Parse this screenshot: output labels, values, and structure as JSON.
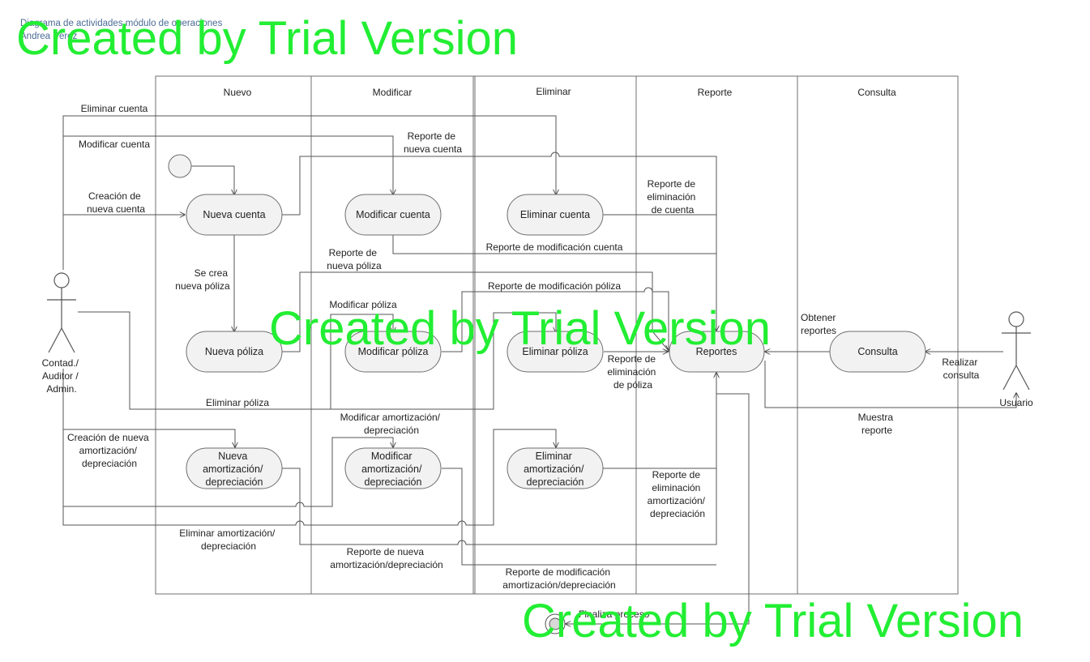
{
  "meta": {
    "title": "Diagrama de actividades módulo de operaciones",
    "author": "Andrea Pérez"
  },
  "lanes": [
    "Nuevo",
    "Modificar",
    "Eliminar",
    "Reporte",
    "Consulta"
  ],
  "actors": {
    "left": [
      "Contad./",
      "Auditor /",
      "Admin."
    ],
    "right": "Usuario"
  },
  "nodes": {
    "nueva_cuenta": [
      "Nueva cuenta"
    ],
    "modificar_cuenta": [
      "Modificar cuenta"
    ],
    "eliminar_cuenta": [
      "Eliminar cuenta"
    ],
    "nueva_poliza": [
      "Nueva póliza"
    ],
    "modificar_poliza": [
      "Modificar póliza"
    ],
    "eliminar_poliza": [
      "Eliminar póliza"
    ],
    "reportes": [
      "Reportes"
    ],
    "consulta": [
      "Consulta"
    ],
    "nueva_amort": [
      "Nueva",
      "amortización/",
      "depreciación"
    ],
    "modificar_amort": [
      "Modificar",
      "amortización/",
      "depreciación"
    ],
    "eliminar_amort": [
      "Eliminar",
      "amortización/",
      "depreciación"
    ]
  },
  "labels": {
    "eliminar_cuenta": [
      "Eliminar cuenta"
    ],
    "modificar_cuenta": [
      "Modificar cuenta"
    ],
    "creacion_cuenta": [
      "Creación de",
      "nueva cuenta"
    ],
    "reporte_nueva_cuenta": [
      "Reporte de",
      "nueva cuenta"
    ],
    "reporte_elim_cuenta": [
      "Reporte de",
      "eliminación",
      "de cuenta"
    ],
    "reporte_mod_cuenta": [
      "Reporte de modificación cuenta"
    ],
    "se_crea_poliza": [
      "Se crea",
      "nueva póliza"
    ],
    "reporte_nueva_poliza": [
      "Reporte de",
      "nueva póliza"
    ],
    "reporte_mod_poliza": [
      "Reporte de modificación póliza"
    ],
    "modificar_poliza": [
      "Modificar póliza"
    ],
    "obtener_reportes": [
      "Obtener",
      "reportes"
    ],
    "reporte_elim_poliza": [
      "Reporte de",
      "eliminación",
      "de póliza"
    ],
    "realizar_consulta": [
      "Realizar",
      "consulta"
    ],
    "eliminar_poliza": [
      "Eliminar póliza"
    ],
    "muestra_reporte": [
      "Muestra",
      "reporte"
    ],
    "creacion_amort": [
      "Creación de nueva",
      "amortización/",
      "depreciación"
    ],
    "modificar_amort": [
      "Modificar amortización/",
      "depreciación"
    ],
    "reporte_elim_amort": [
      "Reporte de",
      "eliminación",
      "amortización/",
      "depreciación"
    ],
    "eliminar_amort": [
      "Eliminar amortización/",
      "depreciación"
    ],
    "reporte_nueva_amort": [
      "Reporte de nueva",
      "amortización/depreciación"
    ],
    "reporte_mod_amort": [
      "Reporte de modificación",
      "amortización/depreciación"
    ],
    "finaliza": [
      "Finaliza proceso"
    ]
  },
  "watermark": "Created by Trial Version",
  "colors": {
    "watermark": "#22ee33",
    "node_fill": "#f2f2f2",
    "meta_text": "#4a6b96"
  }
}
